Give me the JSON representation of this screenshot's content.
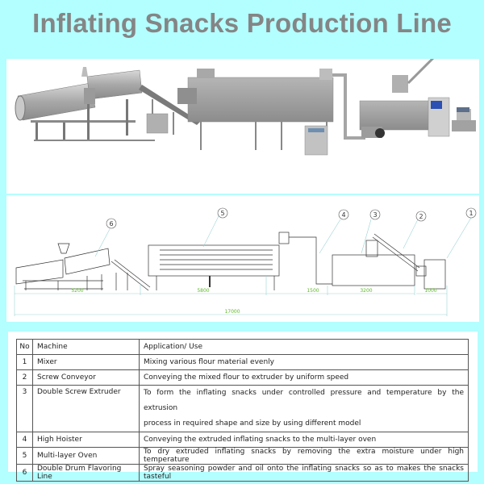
{
  "title": "Inflating Snacks Production Line",
  "photo": {
    "alt_machines": [
      "double-drum-flavoring-line",
      "conveyor",
      "multi-layer-oven",
      "control-cabinet",
      "high-hoister",
      "double-screw-extruder",
      "screw-conveyor",
      "mixer"
    ]
  },
  "diagram": {
    "callouts": [
      "6",
      "5",
      "4",
      "3",
      "2",
      "1"
    ],
    "dimensions": {
      "d1": "5200",
      "d2": "5800",
      "d3": "1500",
      "d4": "3200",
      "d5": "1000",
      "total": "17000"
    }
  },
  "table": {
    "headers": {
      "no": "No",
      "machine": "Machine",
      "use": "Application/ Use"
    },
    "rows": [
      {
        "no": "1",
        "machine": "Mixer",
        "use": [
          "Mixing various flour material evenly"
        ]
      },
      {
        "no": "2",
        "machine": "Screw Conveyor",
        "use": [
          "Conveying the mixed flour to extruder by uniform speed"
        ]
      },
      {
        "no": "3",
        "machine": "Double Screw Extruder",
        "use": [
          "To form the inflating snacks under controlled pressure and temperature by the extrusion",
          "process in required shape and size by using different model"
        ]
      },
      {
        "no": "4",
        "machine": "High Hoister",
        "use": [
          "Conveying the extruded inflating snacks to the multi-layer oven"
        ]
      },
      {
        "no": "5",
        "machine": "Multi-layer Oven",
        "use": [
          "To dry extruded inflating snacks by removing the extra moisture under high temperature"
        ]
      },
      {
        "no": "6",
        "machine": "Double Drum Flavoring Line",
        "use": [
          "Spray seasoning powder and oil onto the inflating snacks so as to makes the snacks tasteful"
        ]
      }
    ]
  },
  "colors": {
    "background": "#b3feff",
    "title": "#858585",
    "dimension_text": "#5fb82a",
    "dimension_line": "#9fd3d6"
  }
}
